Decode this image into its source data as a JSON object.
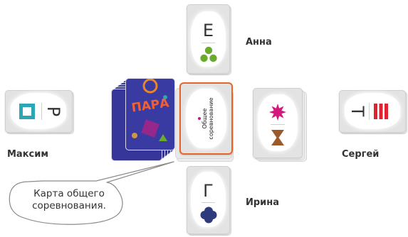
{
  "players": {
    "top": {
      "name": "Анна",
      "letter": "Е",
      "symbol": "three-green-dots-icon",
      "symbol_color": "#6aaa2e"
    },
    "left": {
      "name": "Максим",
      "letter": "Р",
      "symbol": "cyan-square-icon",
      "symbol_color": "#2aa7b5"
    },
    "right": {
      "name": "Сергей",
      "letter": "Т",
      "symbol": "red-bars-icon",
      "symbol_color": "#e2222e"
    },
    "bottom": {
      "name": "Ирина",
      "letter": "Г",
      "symbol": "navy-quatrefoil-icon",
      "symbol_color": "#2d3a7c"
    }
  },
  "deck": {
    "logo_text": "ПАРА",
    "back_color": "#33338f",
    "logo_color": "#e84b2a"
  },
  "center_card": {
    "line1": "Общее",
    "line2": "соревнование",
    "highlight_color": "#e8652a",
    "dot_color": "#c21a7e"
  },
  "draw_pile": {
    "top_symbol": "magenta-burst-icon",
    "top_color": "#d31a7c",
    "bottom_symbol": "hourglass-icon",
    "bottom_color": "#9c5a2a"
  },
  "callout": {
    "text_line1": "Карта общего",
    "text_line2": "соревнования."
  }
}
